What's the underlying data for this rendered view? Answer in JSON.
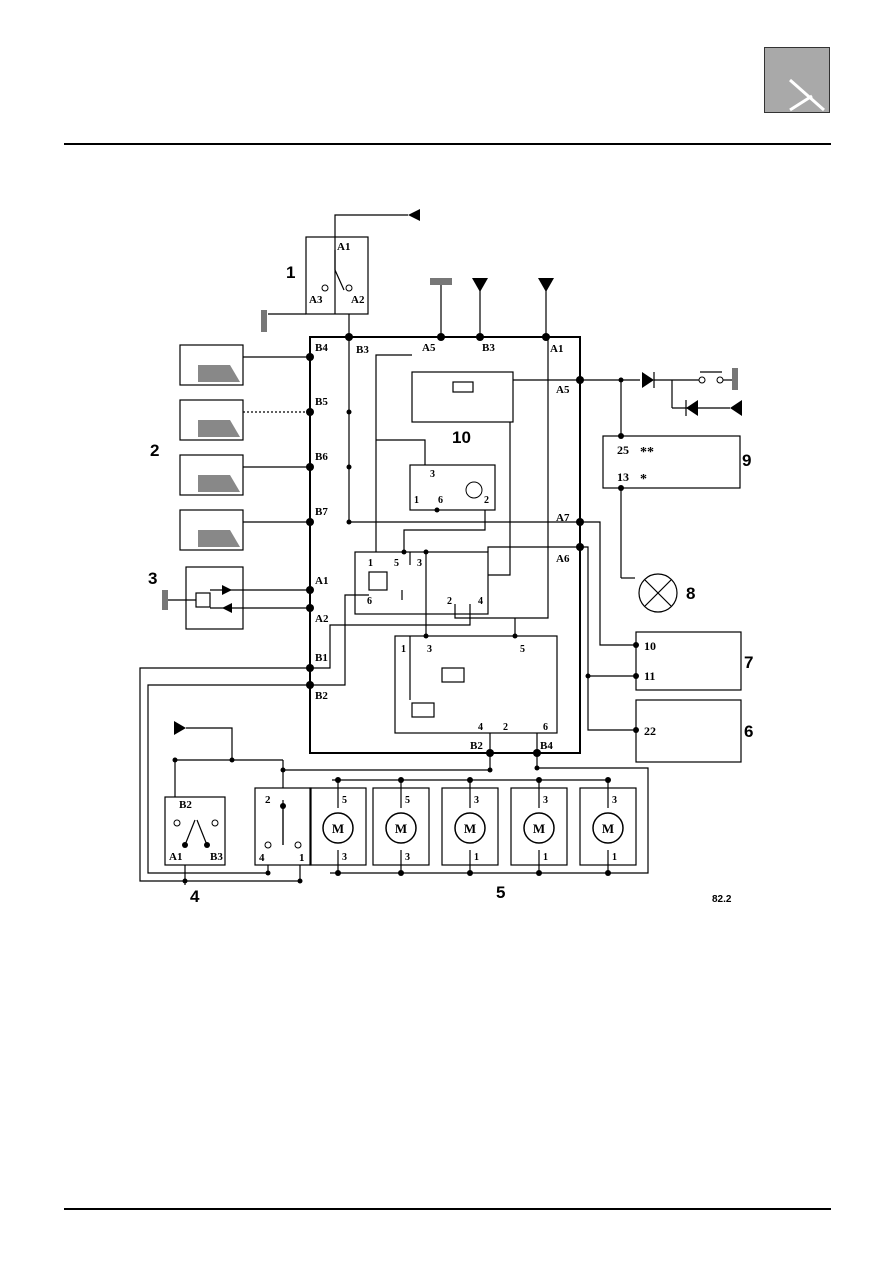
{
  "header": {
    "corner_box_color": "#a9a9a9"
  },
  "diagram": {
    "component_numbers": {
      "c1": "1",
      "c2": "2",
      "c3": "3",
      "c4": "4",
      "c5": "5",
      "c6": "6",
      "c7": "7",
      "c8": "8",
      "c9": "9",
      "c10": "10"
    },
    "unit_terminals": {
      "b4_top": "B4",
      "b3_top": "B3",
      "a5_top": "A5",
      "b3_top2": "B3",
      "a1_top": "A1",
      "b5": "B5",
      "b6": "B6",
      "b7": "B7",
      "a1_left": "A1",
      "a2_left": "A2",
      "b1": "B1",
      "b2": "B2",
      "a5_right": "A5",
      "a7": "A7",
      "a6": "A6",
      "b2_bottom": "B2",
      "b4_bottom": "B4"
    },
    "switch1": {
      "a1": "A1",
      "a3": "A3",
      "a2": "A2"
    },
    "module9": {
      "pin25": "25",
      "pin25_mark": "**",
      "pin13": "13",
      "pin13_mark": "*"
    },
    "module7": {
      "pin10": "10",
      "pin11": "11"
    },
    "module6": {
      "pin22": "22"
    },
    "relay_upper": {
      "p3": "3",
      "p1": "1",
      "p6": "6",
      "p2": "2"
    },
    "relay_mid": {
      "p1": "1",
      "p5": "5",
      "p3": "3",
      "p6": "6",
      "p2": "2",
      "p4": "4"
    },
    "relay_lower": {
      "p1": "1",
      "p3": "3",
      "p5": "5",
      "p4": "4",
      "p2": "2",
      "p6": "6"
    },
    "switch4": {
      "b2": "B2",
      "a1": "A1",
      "b3": "B3"
    },
    "block_pins": {
      "p2": "2",
      "p4": "4",
      "p1": "1"
    },
    "motors": [
      {
        "label": "M",
        "top_pin": "5",
        "bottom_pin": "3"
      },
      {
        "label": "M",
        "top_pin": "5",
        "bottom_pin": "3"
      },
      {
        "label": "M",
        "top_pin": "3",
        "bottom_pin": "1"
      },
      {
        "label": "M",
        "top_pin": "3",
        "bottom_pin": "1"
      },
      {
        "label": "M",
        "top_pin": "3",
        "bottom_pin": "1"
      }
    ],
    "figure_ref": "82.2"
  }
}
